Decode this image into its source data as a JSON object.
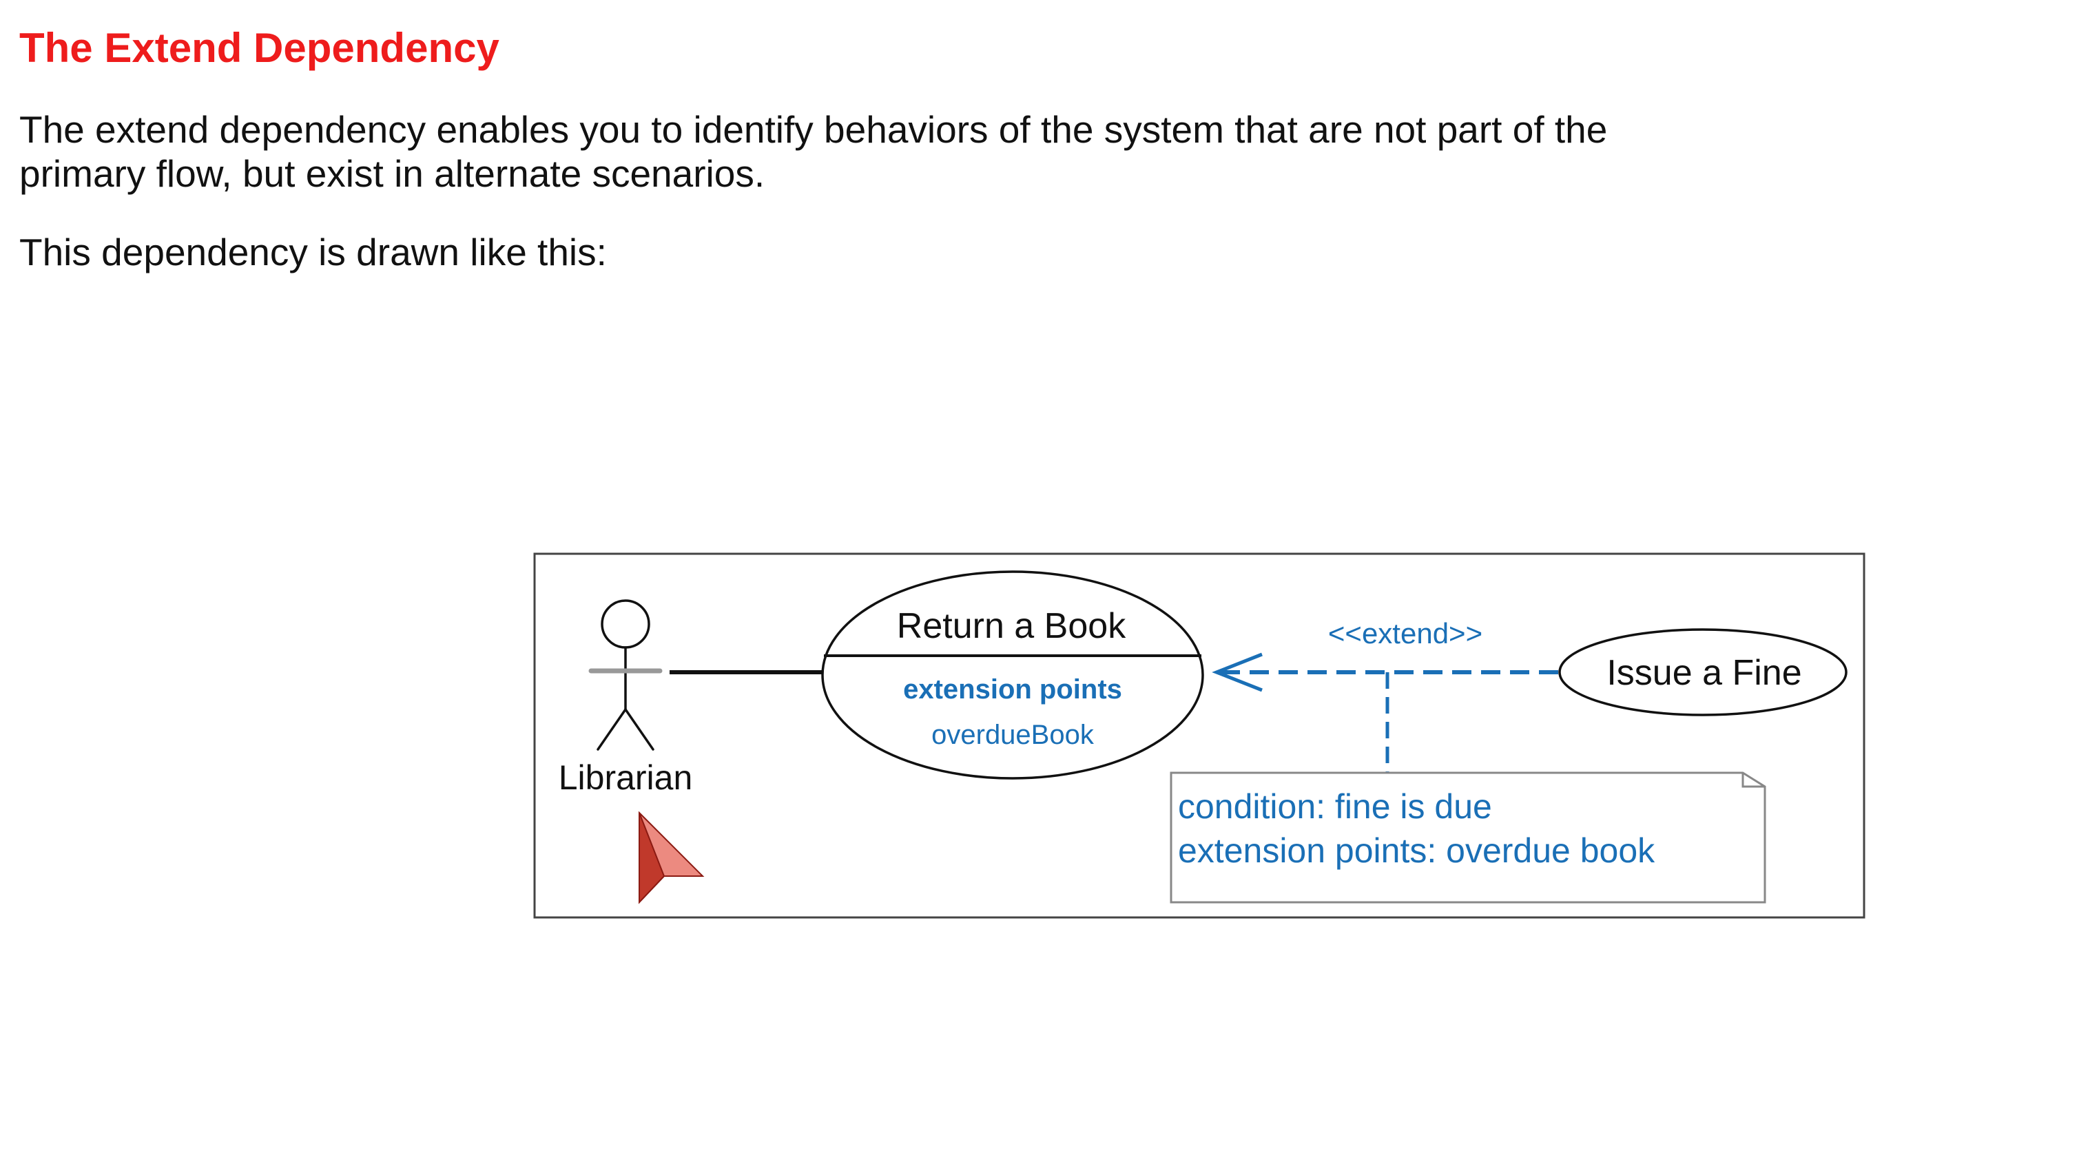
{
  "heading": "The Extend Dependency",
  "paragraphs": {
    "intro_line1": "The extend dependency enables you to identify behaviors of the system that are not part of the",
    "intro_line2": "primary flow, but exist in alternate scenarios.",
    "drawn_like": "This dependency is drawn like this:"
  },
  "diagram": {
    "actor": {
      "label": "Librarian"
    },
    "base_use_case": {
      "name": "Return a Book",
      "compartment_title": "extension points",
      "extension_point": "overdueBook"
    },
    "extending_use_case": {
      "name": "Issue a Fine"
    },
    "relationship": {
      "stereotype": "<<extend>>"
    },
    "note": {
      "line1": "condition: fine is due",
      "line2": "extension points: overdue book"
    },
    "icons": [
      "stick-figure-actor-icon",
      "red-cursor-arrow-icon"
    ],
    "colors": {
      "heading": "#ee1c1c",
      "accent_blue": "#1a6fb6",
      "cursor_dark": "#c0392b",
      "cursor_light": "#ec8a80"
    }
  }
}
